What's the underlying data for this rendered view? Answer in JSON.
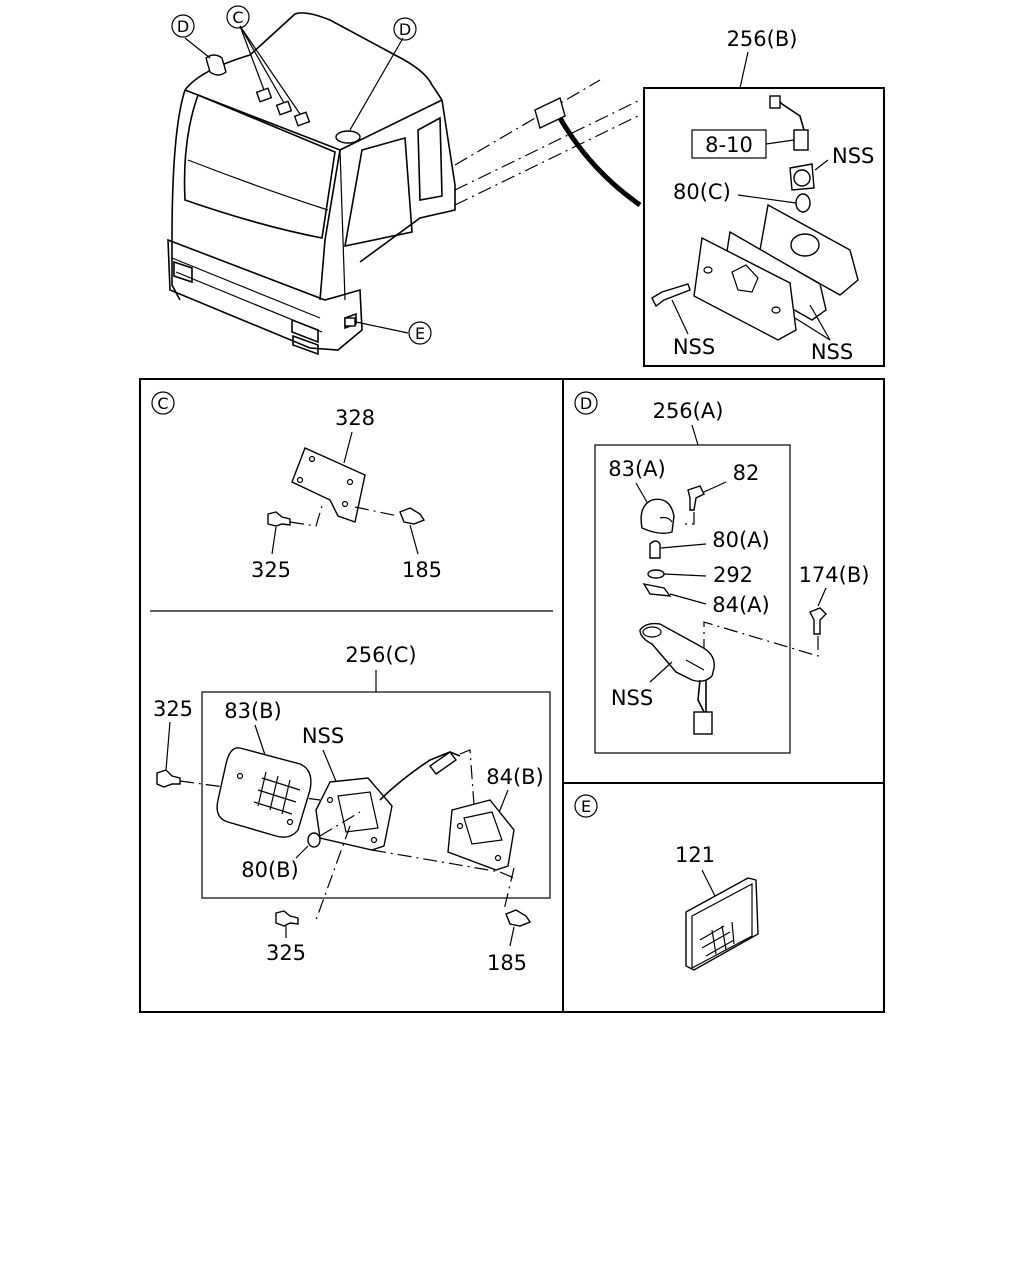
{
  "overview": {
    "callout_c": "C",
    "callout_d_left": "D",
    "callout_d_right": "D",
    "callout_e": "E"
  },
  "inset_256b": {
    "title": "256(B)",
    "ref_box": "8-10",
    "nss_top": "NSS",
    "part_80c": "80(C)",
    "nss_screw": "NSS",
    "nss_lens": "NSS"
  },
  "panel_c": {
    "marker": "C",
    "part_328": "328",
    "part_325_top": "325",
    "part_185_top": "185",
    "assembly": "256(C)",
    "part_325_left": "325",
    "part_83b": "83(B)",
    "nss": "NSS",
    "part_84b": "84(B)",
    "part_80b": "80(B)",
    "part_325_bottom": "325",
    "part_185_bottom": "185"
  },
  "panel_d": {
    "marker": "D",
    "assembly": "256(A)",
    "part_83a": "83(A)",
    "part_82": "82",
    "part_80a": "80(A)",
    "part_292": "292",
    "part_84a": "84(A)",
    "part_174b": "174(B)",
    "nss": "NSS"
  },
  "panel_e": {
    "marker": "E",
    "part_121": "121"
  }
}
